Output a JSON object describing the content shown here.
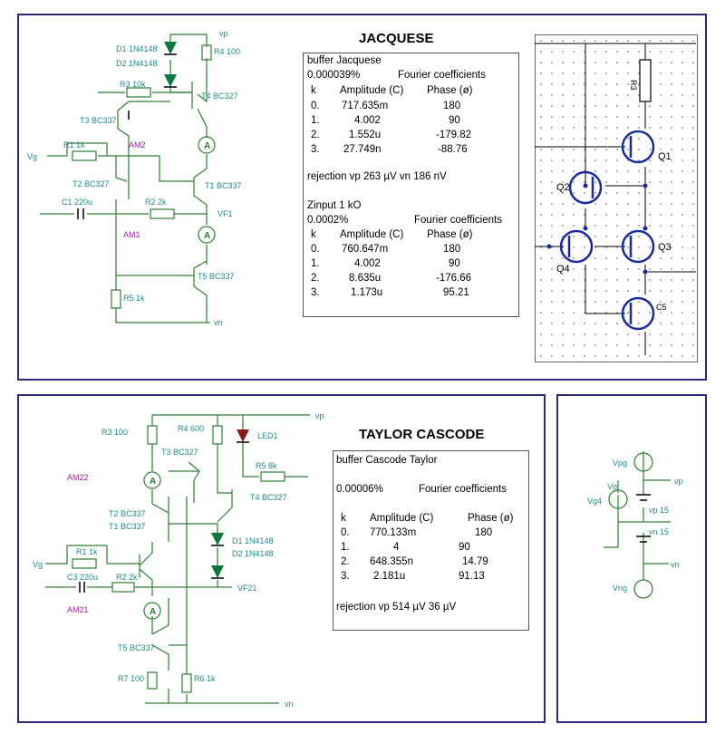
{
  "top": {
    "title": "JACQUESE",
    "box": {
      "heading": "buffer Jacquese",
      "thd1": "0.000039%",
      "fourier1": "Fourier coefficients",
      "col_k": "k",
      "col_amp": "Amplitude (C)",
      "col_phase": "Phase (ø)",
      "rows1": [
        {
          "k": "0.",
          "amp": "717.635m",
          "ph": "180"
        },
        {
          "k": "1.",
          "amp": "4.002",
          "ph": "90"
        },
        {
          "k": "2.",
          "amp": "1.552u",
          "ph": "-179.82"
        },
        {
          "k": "3.",
          "amp": "27.749n",
          "ph": "-88.76"
        }
      ],
      "rejection": "rejection  vp  263 µV    vn 186 nV",
      "zinput": "Zinput 1 kO",
      "thd2": "0.0002%",
      "fourier2": "Fourier coefficients",
      "rows2": [
        {
          "k": "0.",
          "amp": "760.647m",
          "ph": "180"
        },
        {
          "k": "1.",
          "amp": "4.002",
          "ph": "90"
        },
        {
          "k": "2.",
          "amp": "8.635u",
          "ph": "-176.66"
        },
        {
          "k": "3.",
          "amp": "1.173u",
          "ph": "95.21"
        }
      ]
    },
    "labels": {
      "d1": "D1 1N4148",
      "d2": "D2 1N4148",
      "r4": "R4 100",
      "vp": "vp",
      "r3": "R3 10k",
      "t4": "T4 BC327",
      "t3": "T3 BC337",
      "r1": "R1 1k",
      "vg": "Vg",
      "am2": "AM2",
      "t2": "T2 BC327",
      "t1": "T1 BC337",
      "c1": "C1 220u",
      "r2": "R2 2k",
      "vf1": "VF1",
      "am1": "AM1",
      "t5": "T5 BC337",
      "r5": "R5 1k",
      "vn": "vn",
      "ammeter": "A"
    },
    "schematic": {
      "r3": "R3",
      "q1": "Q1",
      "q2": "Q2",
      "q3": "Q3",
      "q4": "Q4",
      "c5": "C5"
    }
  },
  "bottom": {
    "title": "TAYLOR CASCODE",
    "box": {
      "heading": "buffer Cascode Taylor",
      "thd": "0.00006%",
      "fourier": "Fourier coefficients",
      "col_k": "k",
      "col_amp": "Amplitude (C)",
      "col_phase": "Phase (ø)",
      "rows": [
        {
          "k": "0.",
          "amp": "770.133m",
          "ph": "180"
        },
        {
          "k": "1.",
          "amp": "4",
          "ph": "90"
        },
        {
          "k": "2.",
          "amp": "648.355n",
          "ph": "14.79"
        },
        {
          "k": "3.",
          "amp": "2.181u",
          "ph": "91.13"
        }
      ],
      "rejection": "rejection    vp 514 µV      36 µV"
    },
    "labels": {
      "r3": "R3 100",
      "r4": "R4 600",
      "led1": "LED1",
      "vp": "vp",
      "t3": "T3 BC327",
      "r5": "R5 8k",
      "am22": "AM22",
      "t2": "T2 BC337",
      "t1": "T1 BC337",
      "t4": "T4 BC327",
      "d1": "D1 1N4148",
      "d2": "D2 1N4148",
      "r1": "R1 1k",
      "vg": "Vg",
      "c3": "C3 220u",
      "r2": "R2 2k",
      "vf21": "VF21",
      "am21": "AM21",
      "t5": "T5 BC337",
      "r7": "R7 100",
      "r6": "R6 1k",
      "vn": "vn",
      "ammeter": "A"
    }
  },
  "right": {
    "labels": {
      "vpg": "Vpg",
      "vg": "Vg",
      "vp": "vp",
      "vg4": "Vg4",
      "vp15": "vp 15",
      "vn15": "vn 15",
      "vn": "vn",
      "vng": "Vng"
    }
  }
}
